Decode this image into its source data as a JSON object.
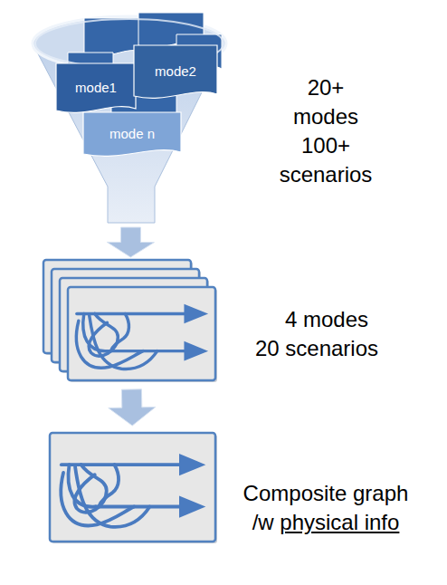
{
  "diagram": {
    "nodes": [
      {
        "text": [
          "20+ modes 100+ scenarios"
        ]
      },
      {
        "text": [
          "mode1"
        ],
        "in": 0
      },
      {
        "text": [
          "mode2"
        ],
        "in": 0
      },
      {
        "text": [
          "mode n"
        ],
        "in": 0
      },
      {
        "text": [
          "4 modes 20 scenarios"
        ]
      },
      {
        "text": [
          "Composite graph /w",
          "physical info"
        ]
      }
    ],
    "edges": [
      {
        "from": 0,
        "to": 4,
        "arrow": "to"
      },
      {
        "from": 4,
        "to": 5,
        "arrow": "to"
      }
    ]
  }
}
